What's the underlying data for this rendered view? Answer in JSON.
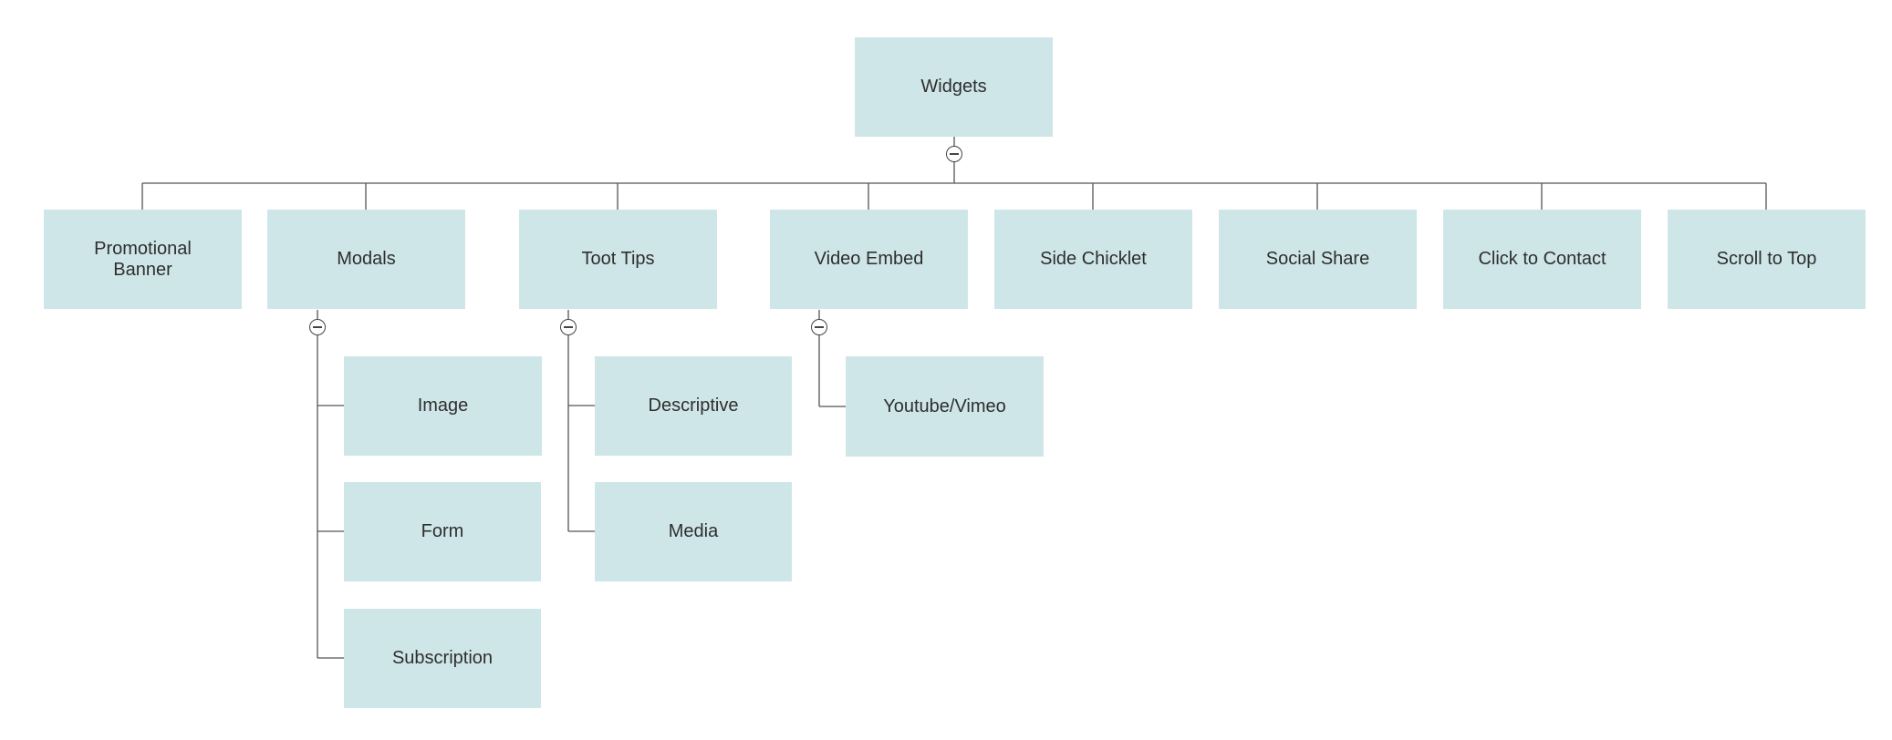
{
  "colors": {
    "node_fill": "#cfe6e8",
    "line": "#555555",
    "text": "#2e2e2e"
  },
  "root": {
    "label": "Widgets",
    "collapse_icon": "minus-circle-icon"
  },
  "children": [
    {
      "label": "Promotional\nBanner"
    },
    {
      "label": "Modals",
      "collapse_icon": "minus-circle-icon",
      "children": [
        {
          "label": "Image"
        },
        {
          "label": "Form"
        },
        {
          "label": "Subscription"
        }
      ]
    },
    {
      "label": "Toot Tips",
      "collapse_icon": "minus-circle-icon",
      "children": [
        {
          "label": "Descriptive"
        },
        {
          "label": "Media"
        }
      ]
    },
    {
      "label": "Video Embed",
      "collapse_icon": "minus-circle-icon",
      "children": [
        {
          "label": "Youtube/Vimeo"
        }
      ]
    },
    {
      "label": "Side Chicklet"
    },
    {
      "label": "Social Share"
    },
    {
      "label": "Click to Contact"
    },
    {
      "label": "Scroll to Top"
    }
  ]
}
